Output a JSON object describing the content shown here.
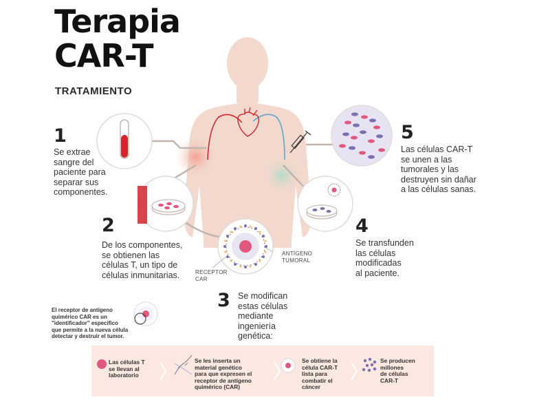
{
  "title": {
    "line1": "Terapia",
    "line2": "CAR-T"
  },
  "subtitle": "TRATAMIENTO",
  "steps": [
    {
      "number": "1",
      "text_lines": [
        "Se extrae",
        "sangre del",
        "paciente para",
        "separar sus",
        "componentes."
      ]
    },
    {
      "number": "2",
      "text_lines": [
        "De los componentes,",
        "se obtienen las",
        "células T, un tipo de",
        "células inmunitarias."
      ]
    },
    {
      "number": "3",
      "text_lines": [
        "Se modifican",
        "estas células",
        "mediante",
        "ingeniería",
        "genética:"
      ]
    },
    {
      "number": "4",
      "text_lines": [
        "Se transfunden",
        "las células",
        "modificadas",
        "al paciente."
      ]
    },
    {
      "number": "5",
      "text_lines": [
        "Las células CAR-T",
        "se unen a las",
        "tumorales y las",
        "destruyen sin dañar",
        "a las células sanas."
      ]
    }
  ],
  "labels": {
    "antigen_lines": [
      "ANTÍGENO",
      "TUMORAL"
    ],
    "receptor_lines": [
      "RECEPTOR",
      "CAR"
    ]
  },
  "car_note_lines": [
    "El receptor de antígeno",
    "quimérico CAR es un",
    "\"identificador\" específico",
    "que permite a la nueva célula",
    "detectar y destruir el tumor."
  ],
  "banner": [
    {
      "icon": "t-cell-icon",
      "lines": [
        "Las células T",
        "se llevan al",
        "laboratorio"
      ]
    },
    {
      "icon": "dna-icon",
      "lines": [
        "Se les inserta un",
        "material genético",
        "para que expresen el",
        "receptor de antígeno",
        "quimérico (CAR)"
      ]
    },
    {
      "icon": "car-t-cell-icon",
      "lines": [
        "Se obtiene la",
        "célula CAR-T",
        "lista para",
        "combatir el",
        "cáncer"
      ]
    },
    {
      "icon": "cell-cluster-icon",
      "lines": [
        "Se producen",
        "millones",
        "de células",
        "CAR-T"
      ]
    }
  ],
  "colors": {
    "body": "#f3d8cd",
    "blood": "#d4242e",
    "cell_pink": "#e2577d",
    "purple": "#7b6fb0",
    "banner_bg": "#fbe9e1",
    "vein_blue": "#5aa7cf"
  }
}
